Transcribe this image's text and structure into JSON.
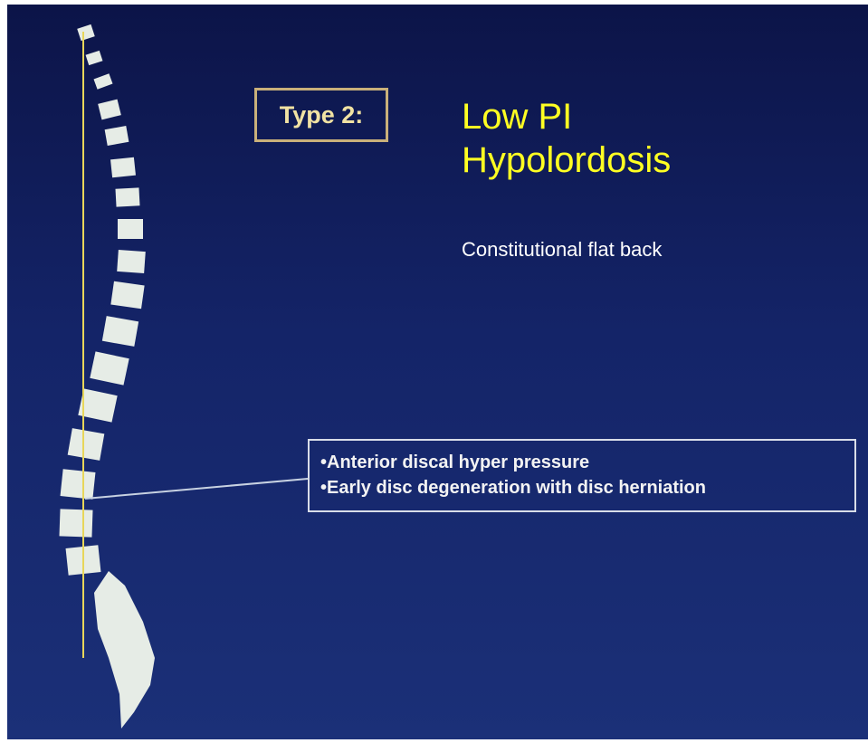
{
  "type_label": "Type 2:",
  "title_lines": [
    "Low PI",
    "Hypolordosis"
  ],
  "subtitle": "Constitutional flat back",
  "callout_items": [
    "•Anterior discal hyper pressure",
    "•Early disc degeneration with disc herniation"
  ],
  "colors": {
    "background_top": "#0c1448",
    "background_bottom": "#1b3078",
    "title": "#ffff22",
    "plumb_line": "#e8d65a",
    "vertebra": "#e6ece6",
    "type_box_border": "#c9b07a"
  }
}
